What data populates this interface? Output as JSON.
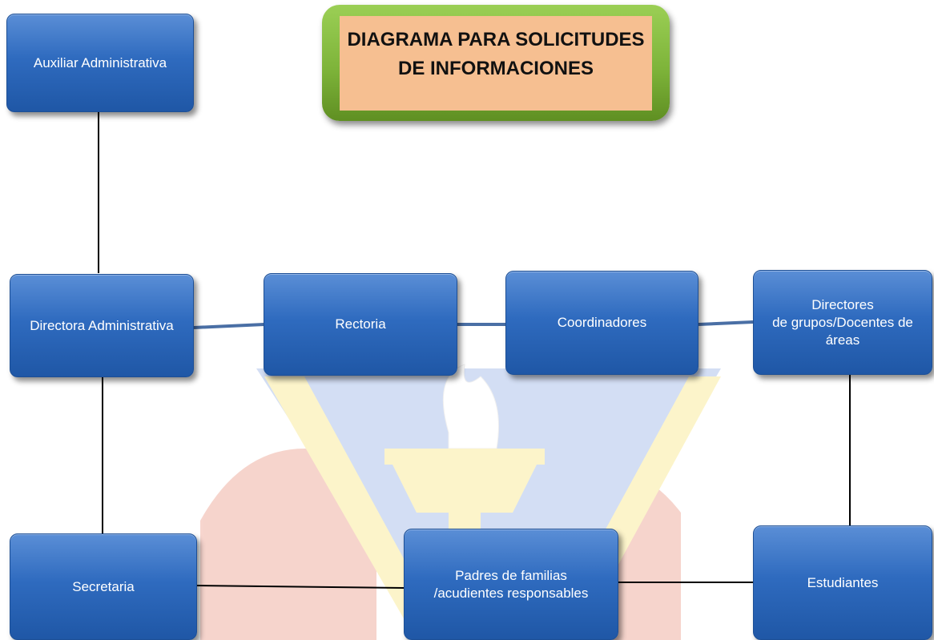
{
  "diagram": {
    "title": "DIAGRAMA PARA SOLICITUDES\nDE INFORMACIONES",
    "nodes": {
      "auxiliar": "Auxiliar Administrativa",
      "directora": "Directora Administrativa",
      "rectoria": "Rectoria",
      "coordinadores": "Coordinadores",
      "directores": "Directores\nde grupos/Docentes de\náreas",
      "secretaria": "Secretaria",
      "padres": "Padres de familias\n/acudientes responsables",
      "estudiantes": "Estudiantes"
    },
    "edges": [
      [
        "auxiliar",
        "directora"
      ],
      [
        "directora",
        "rectoria"
      ],
      [
        "rectoria",
        "coordinadores"
      ],
      [
        "coordinadores",
        "directores"
      ],
      [
        "directores",
        "estudiantes"
      ],
      [
        "directora",
        "secretaria"
      ],
      [
        "secretaria",
        "padres"
      ],
      [
        "padres",
        "estudiantes"
      ]
    ]
  },
  "colors": {
    "node_fill": "#2f6bbf",
    "title_border": "#7eb43a",
    "title_fill": "#f6bf91",
    "connector_blue": "#4a6fa5",
    "connector_black": "#000000"
  }
}
